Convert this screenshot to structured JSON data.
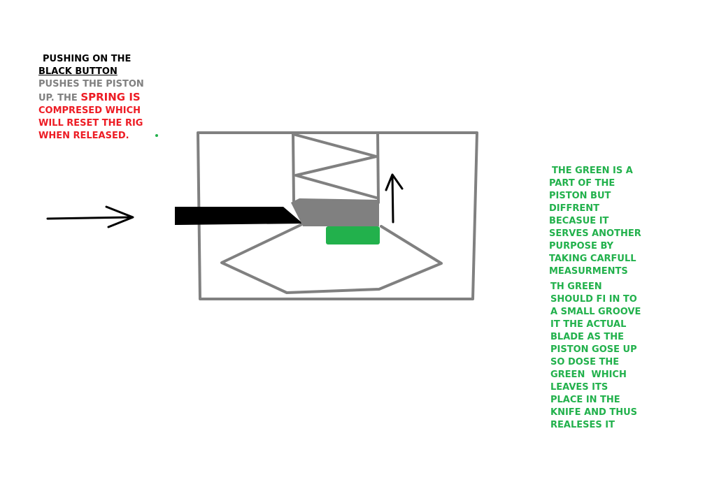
{
  "colors": {
    "black": "#000000",
    "gray": "#808080",
    "red": "#ed1c24",
    "green": "#22b14c"
  },
  "note_left": {
    "line1": "PUSHING ON THE",
    "line2": "BLACK BUTTON",
    "line3": "PUSHES THE PISTON",
    "line4_gray": "UP. THE ",
    "line4_red": "Spring IS",
    "line5": "COMPRESED WHICH",
    "line6": "WILL RESET THE RIG",
    "line7": "WHEN RELEASED."
  },
  "note_green_a": {
    "lines": [
      "THE GREEN IS A",
      "PART OF THE",
      "PISTON BUT",
      "DIFFRENT",
      "BECASUE IT",
      "SERVES ANOTHER",
      "PURPOSE BY",
      "TAKING CARFULL",
      "MEASURMENTS"
    ]
  },
  "note_green_b": {
    "lines": [
      "TH GREEN",
      "SHOULD FI IN TO",
      "A SMALL GROOVE",
      "IT THE ACTUAL",
      "BLADE AS THE",
      "PISTON GOSE UP",
      "SO DOSE THE",
      "GREEN  WHICH",
      "LEAVES ITS",
      "PLACE IN THE",
      "KNIFE AND THUS",
      "REALESES IT"
    ]
  }
}
